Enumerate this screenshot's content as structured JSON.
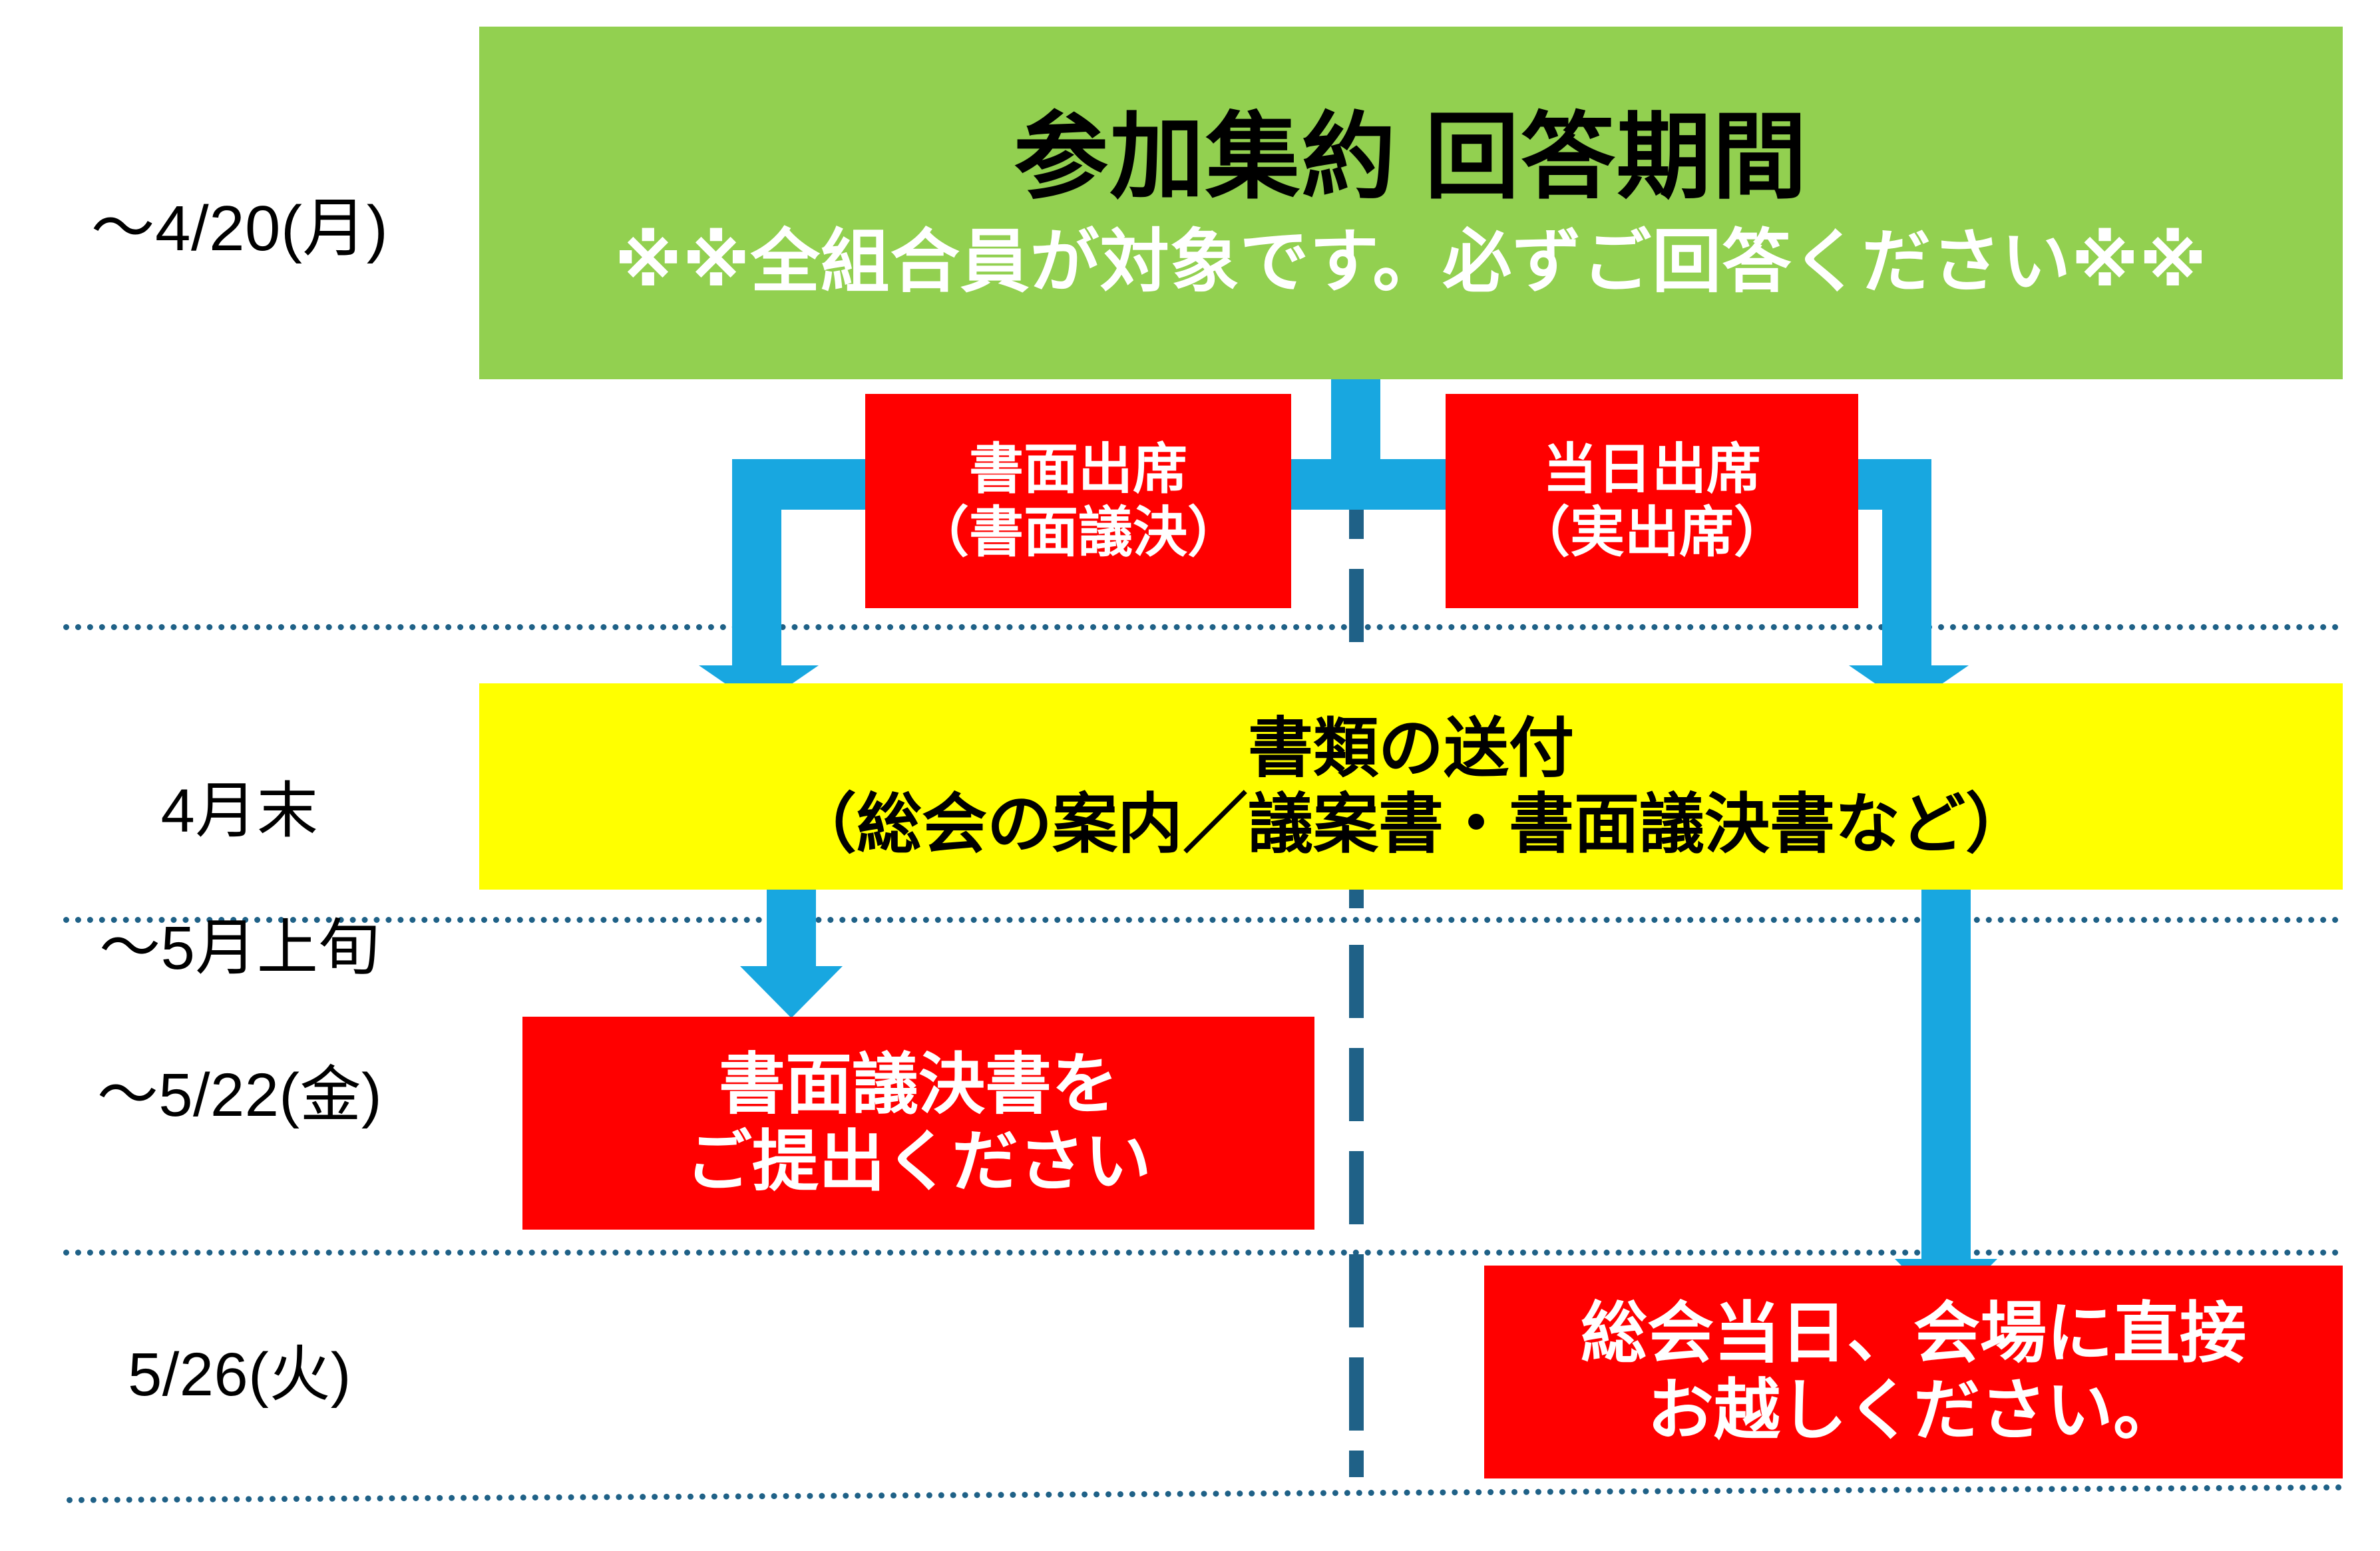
{
  "diagram": {
    "title": "参加集約 回答期間",
    "accent_colors": {
      "green": "#92d050",
      "yellow": "#ffff00",
      "red": "#ff0000",
      "blue_arrow": "#18a7e0",
      "divider": "#1f6187",
      "text_dark": "#000000",
      "text_light": "#ffffff"
    }
  },
  "timeline_labels": [
    {
      "id": "row1",
      "text": "～4/20(月)"
    },
    {
      "id": "row2",
      "line1": "4月末",
      "line2": "～5月上旬"
    },
    {
      "id": "row3",
      "text": "～5/22(金)"
    },
    {
      "id": "row4",
      "text": "5/26(火)"
    }
  ],
  "header": {
    "title": "参加集約 回答期間",
    "subtitle": "※※全組合員が対象です。必ずご回答ください※※"
  },
  "branch_boxes": {
    "left": {
      "line1": "書面出席",
      "line2": "（書面議決）"
    },
    "right": {
      "line1": "当日出席",
      "line2": "（実出席）"
    }
  },
  "documents_box": {
    "line1": "書類の送付",
    "line2": "（総会の案内／議案書・書面議決書など）"
  },
  "action_left": {
    "line1": "書面議決書を",
    "line2": "ご提出ください"
  },
  "action_right": {
    "line1": "総会当日、会場に直接",
    "line2": "お越しください。"
  }
}
